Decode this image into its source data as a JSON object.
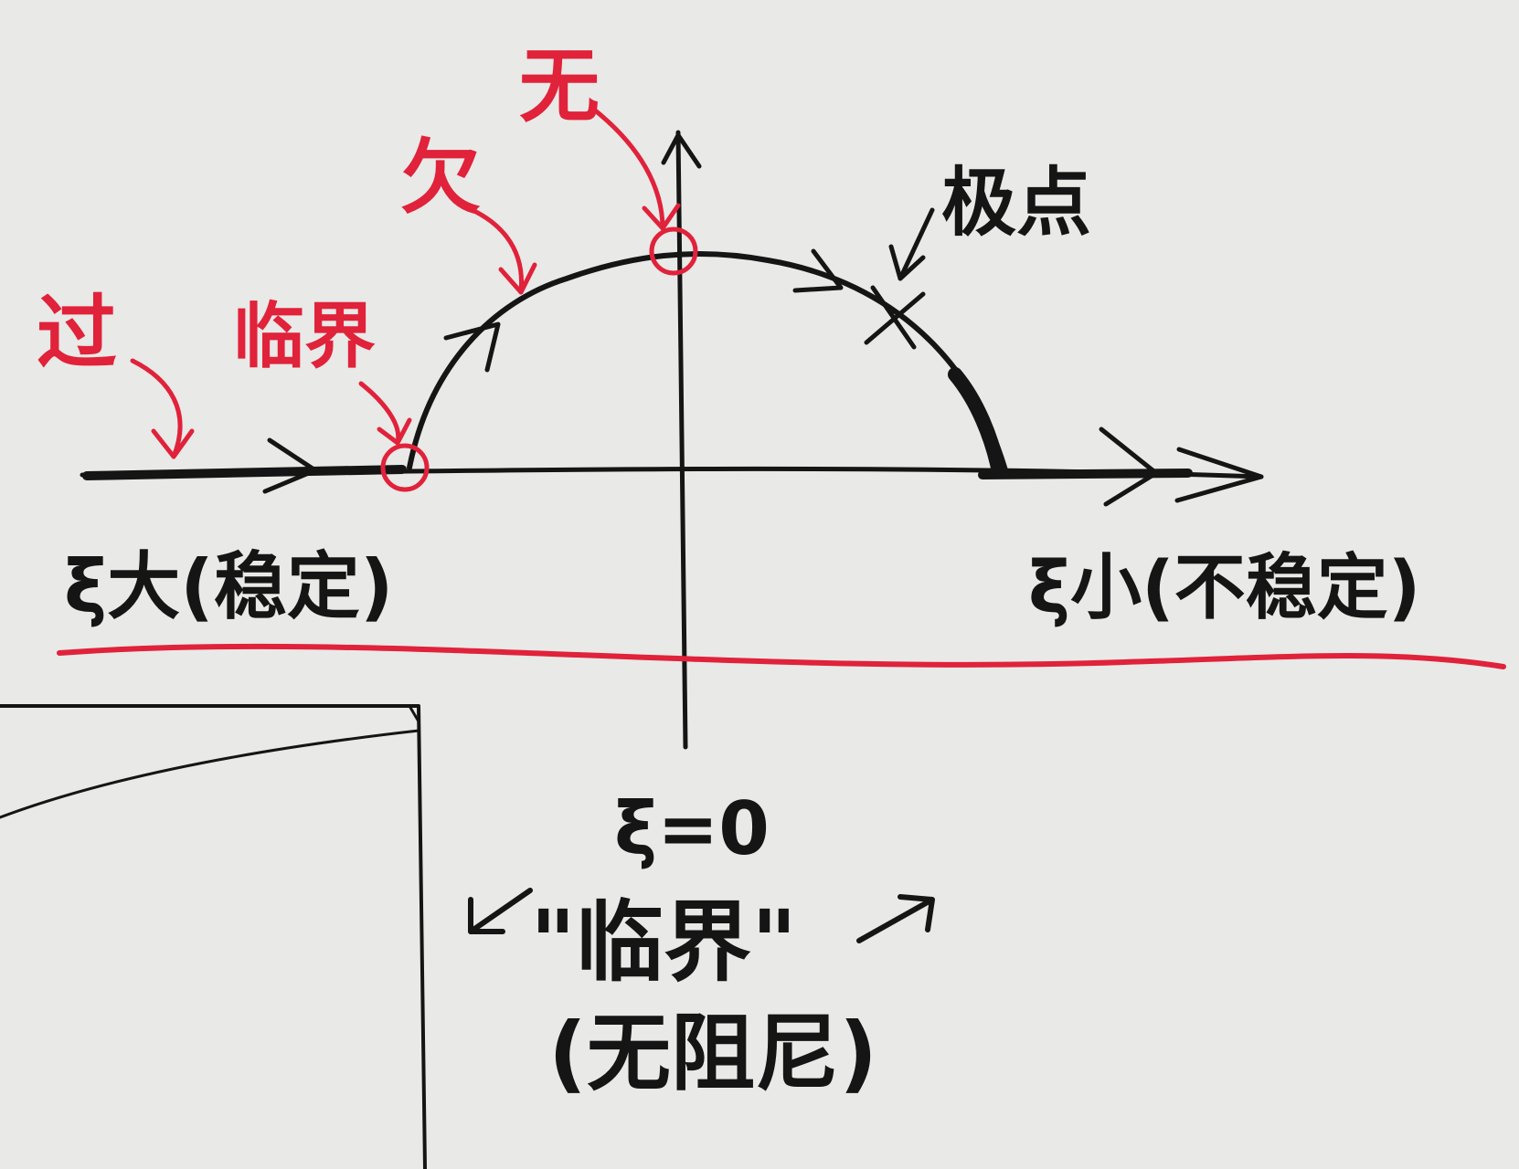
{
  "labels": {
    "over_damped": "过",
    "critical_damped": "临界",
    "under_damped": "欠",
    "undamped": "无",
    "pole": "极点",
    "left_side": "ξ大(稳定)",
    "right_side": "ξ小(不稳定)",
    "zeta_zero": "ξ=0",
    "critical_quote": "\"临界\"",
    "no_damping": "(无阻尼)"
  },
  "colors": {
    "ink": "#151515",
    "annotation": "#e0223a",
    "paper": "#e9e9e7"
  }
}
